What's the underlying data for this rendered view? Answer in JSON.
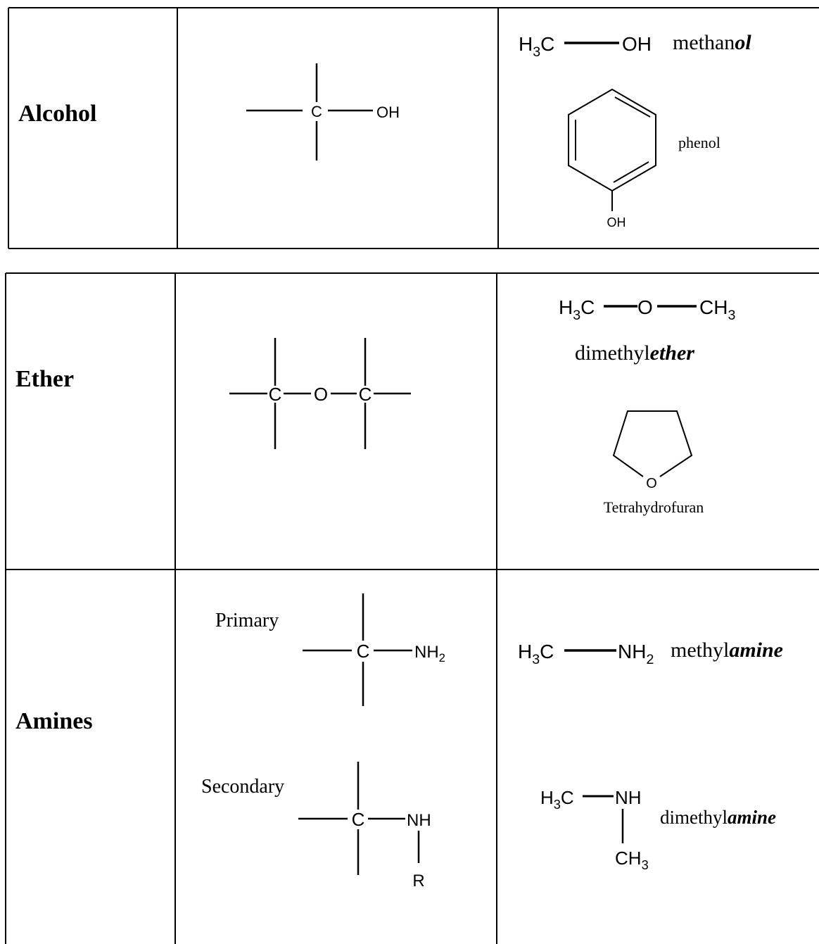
{
  "tables": [
    {
      "rows": [
        {
          "group_name": "Alcohol",
          "general_structure": {
            "carbon": "C",
            "group": "OH"
          },
          "examples": [
            {
              "formula_left": "H",
              "formula_left_sub": "3",
              "formula_left_tail": "C",
              "formula_right": "OH",
              "name_plain": "methan",
              "name_emph": "ol"
            },
            {
              "ring": "phenol",
              "name": "phenol",
              "substituent": "OH"
            }
          ]
        }
      ]
    },
    {
      "rows": [
        {
          "group_name": "Ether",
          "general_structure": {
            "carbon": "C",
            "oxygen": "O"
          },
          "examples": [
            {
              "left": "H",
              "left_sub": "3",
              "left_tail": "C",
              "middle": "O",
              "right": "CH",
              "right_sub": "3",
              "name_plain": "dimethyl",
              "name_emph": "ether"
            },
            {
              "ring": "tetrahydrofuran",
              "ring_atom": "O",
              "name": "Tetrahydrofuran"
            }
          ]
        },
        {
          "group_name": "Amines",
          "general_structures": [
            {
              "label": "Primary",
              "carbon": "C",
              "group": "NH",
              "group_sub": "2"
            },
            {
              "label": "Secondary",
              "carbon": "C",
              "group": "NH",
              "substituent": "R"
            }
          ],
          "examples": [
            {
              "left": "H",
              "left_sub": "3",
              "left_tail": "C",
              "right": "NH",
              "right_sub": "2",
              "name_plain": "methyl",
              "name_emph": "amine"
            },
            {
              "left": "H",
              "left_sub": "3",
              "left_tail": "C",
              "right": "NH",
              "down": "CH",
              "down_sub": "3",
              "name_plain": "dimethyl",
              "name_emph": "amine"
            }
          ]
        }
      ]
    }
  ]
}
